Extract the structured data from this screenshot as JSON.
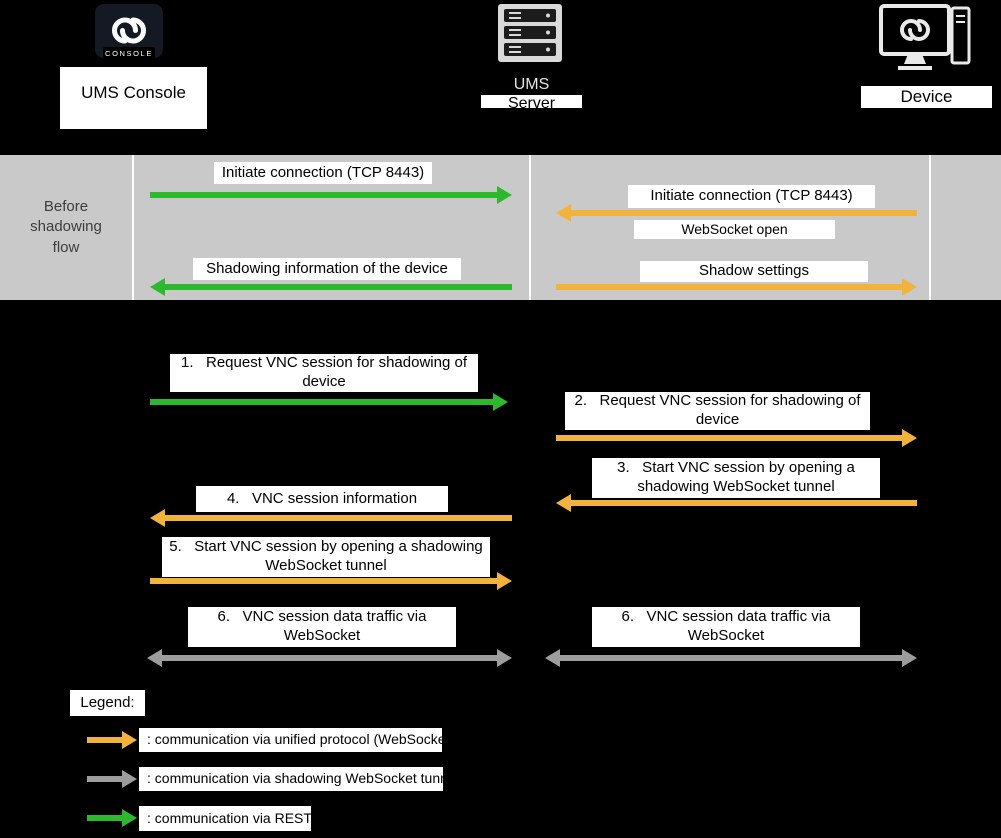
{
  "colors": {
    "bg": "#000000",
    "band": "#c9c9c9",
    "band_text": "#3d3d3d",
    "label_bg": "#ffffff",
    "green": "#2eb82e",
    "orange": "#f2b33d",
    "gray": "#9d9d9d"
  },
  "actors": {
    "console": {
      "label": "UMS Console",
      "icon_caption": "CONSOLE"
    },
    "server": {
      "label_top": "UMS",
      "label_bottom": "Server"
    },
    "device": {
      "label": "Device"
    }
  },
  "before_flow": {
    "title": "Before shadowing flow",
    "console_initiate": "Initiate connection (TCP 8443)",
    "device_initiate": "Initiate connection (TCP 8443)",
    "websocket_open": "WebSocket open",
    "shadowing_info": "Shadowing information of the device",
    "shadow_settings": "Shadow settings"
  },
  "flow": {
    "steps": [
      {
        "label": "1.   Request VNC session for shadowing of device"
      },
      {
        "label": "2.   Request VNC session for shadowing of device"
      },
      {
        "label": "3.   Start VNC session by opening a shadowing WebSocket tunnel"
      },
      {
        "label": "4.   VNC session information"
      },
      {
        "label": "5.   Start VNC session by opening a shadowing WebSocket tunnel"
      },
      {
        "label": "6.   VNC session data traffic via WebSocket"
      },
      {
        "label": "6.   VNC session data traffic via WebSocket"
      }
    ]
  },
  "legend": {
    "title": "Legend:",
    "items": [
      {
        "label": ": communication via unified protocol (WebSocket)"
      },
      {
        "label": ": communication via shadowing WebSocket tunnel"
      },
      {
        "label": ": communication via REST"
      }
    ]
  }
}
